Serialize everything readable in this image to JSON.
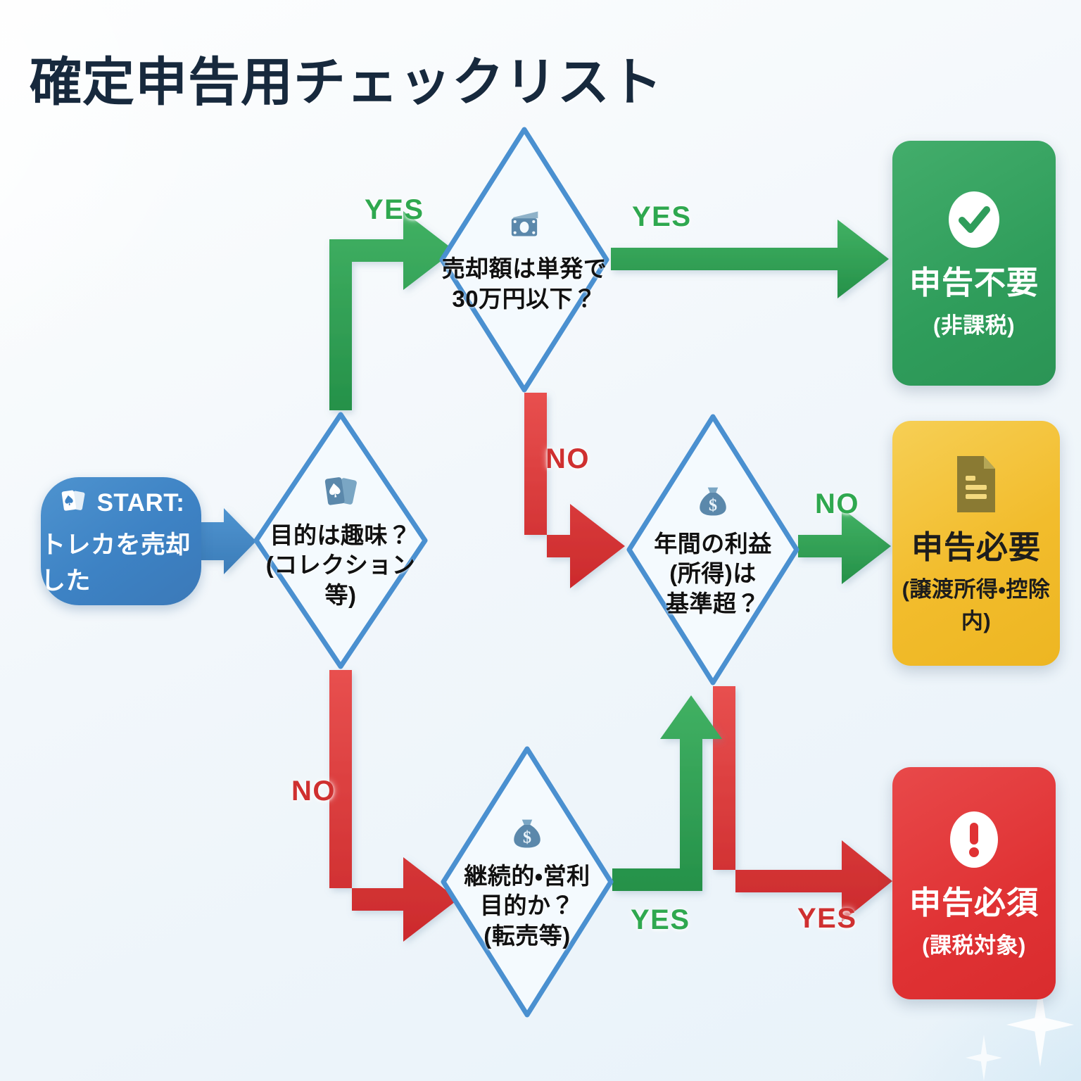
{
  "page": {
    "title": "確定申告用チェックリスト",
    "background_color": "#eef4f9",
    "title_color": "#17293d"
  },
  "palette": {
    "yes_green": "#2fa84f",
    "no_red": "#cf3030",
    "node_blue": "#4a90d0",
    "start_blue": "#3d82c4",
    "result_green": "#2f9d5b",
    "result_yellow": "#f2bc2c",
    "result_red": "#e03234"
  },
  "chart_data": {
    "type": "diagram",
    "title": "確定申告用チェックリスト",
    "nodes": [
      {
        "id": "start",
        "kind": "start",
        "shape": "rounded-rect",
        "icon": "playing-cards-icon",
        "color": "#3d82c4",
        "lines": [
          "START:",
          "トレカを売却した"
        ]
      },
      {
        "id": "q1",
        "kind": "decision",
        "shape": "diamond",
        "icon": "playing-cards-icon",
        "color": "#4a90d0",
        "lines": [
          "目的は趣味？",
          "(コレクション等)"
        ]
      },
      {
        "id": "q2",
        "kind": "decision",
        "shape": "diamond",
        "icon": "banknote-icon",
        "color": "#4a90d0",
        "lines": [
          "売却額は単発で",
          "30万円以下？"
        ]
      },
      {
        "id": "q3",
        "kind": "decision",
        "shape": "diamond",
        "icon": "money-bag-icon",
        "color": "#4a90d0",
        "lines": [
          "年間の利益",
          "(所得)は",
          "基準超？"
        ]
      },
      {
        "id": "q4",
        "kind": "decision",
        "shape": "diamond",
        "icon": "money-bag-icon",
        "color": "#4a90d0",
        "lines": [
          "継続的・営利",
          "目的か？",
          "(転売等)"
        ]
      },
      {
        "id": "r-green",
        "kind": "result",
        "shape": "rounded-rect",
        "icon": "check-circle-icon",
        "color": "#2f9d5b",
        "main": "申告不要",
        "sub": "(非課税)"
      },
      {
        "id": "r-yellow",
        "kind": "result",
        "shape": "rounded-rect",
        "icon": "document-icon",
        "color": "#f2bc2c",
        "main": "申告必要",
        "sub": "(譲渡所得・控除内)"
      },
      {
        "id": "r-red",
        "kind": "result",
        "shape": "rounded-rect",
        "icon": "exclamation-circle-icon",
        "color": "#e03234",
        "main": "申告必須",
        "sub": "(課税対象)"
      }
    ],
    "edges": [
      {
        "from": "start",
        "to": "q1",
        "label": "",
        "color": "#3d82c4"
      },
      {
        "from": "q1",
        "to": "q2",
        "label": "YES",
        "color": "#2fa84f"
      },
      {
        "from": "q1",
        "to": "q4",
        "label": "NO",
        "color": "#cf3030"
      },
      {
        "from": "q2",
        "to": "r-green",
        "label": "YES",
        "color": "#2fa84f"
      },
      {
        "from": "q2",
        "to": "q3",
        "label": "NO",
        "color": "#cf3030"
      },
      {
        "from": "q3",
        "to": "r-yellow",
        "label": "NO",
        "color": "#2fa84f"
      },
      {
        "from": "q3",
        "to": "r-red",
        "label": "YES",
        "color": "#cf3030"
      },
      {
        "from": "q4",
        "to": "q3",
        "label": "YES",
        "color": "#2fa84f"
      }
    ]
  },
  "start_node": {
    "label": "START:",
    "sub": "トレカを売却した",
    "icon": "playing-cards-icon"
  },
  "decisions": {
    "q1": {
      "line1": "目的は趣味？",
      "line2": "(コレクション等)",
      "icon": "playing-cards-icon"
    },
    "q2": {
      "line1": "売却額は単発で",
      "line2": "30万円以下？",
      "icon": "banknote-icon"
    },
    "q3": {
      "line1": "年間の利益",
      "line2": "(所得)は",
      "line3": "基準超？",
      "icon": "money-bag-icon"
    },
    "q4": {
      "line1": "継続的・営利",
      "line2": "目的か？",
      "line3": "(転売等)",
      "icon": "money-bag-icon"
    }
  },
  "results": {
    "green": {
      "main": "申告不要",
      "sub": "(非課税)",
      "icon": "check-circle-icon"
    },
    "yellow": {
      "main": "申告必要",
      "sub": "(譲渡所得・控除内)",
      "icon": "document-icon"
    },
    "red": {
      "main": "申告必須",
      "sub": "(課税対象)",
      "icon": "exclamation-circle-icon"
    }
  },
  "edge_labels": {
    "q1_yes": "YES",
    "q1_no": "NO",
    "q2_yes": "YES",
    "q2_no": "NO",
    "q3_no": "NO",
    "q3_yes": "YES",
    "q4_yes": "YES"
  }
}
